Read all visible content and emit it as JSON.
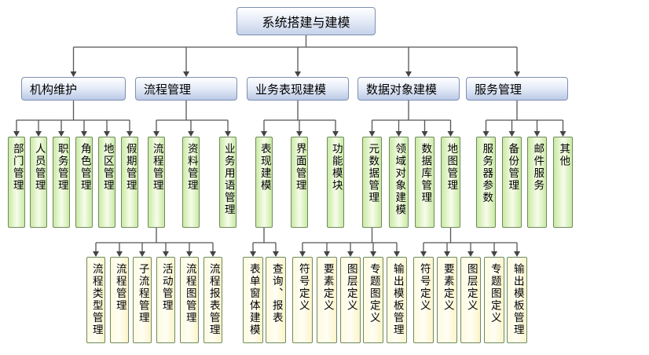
{
  "root": "系统搭建与建模",
  "groups": [
    {
      "label": "机构维护",
      "children": [
        "部门管理",
        "人员管理",
        "职务管理",
        "角色管理",
        "地区管理",
        "假期管理"
      ]
    },
    {
      "label": "流程管理",
      "children": [
        "流程管理",
        "资料管理",
        "业务用语管理"
      ],
      "sub_of": "流程管理",
      "sub": [
        "流程类型管理",
        "流程管理",
        "子流程管理",
        "活动管理",
        "流程图管理",
        "流程报表管理"
      ]
    },
    {
      "label": "业务表现建模",
      "children": [
        "表现建模",
        "界面管理",
        "功能模块"
      ],
      "sub_of": "表现建模",
      "sub": [
        "表单窗体建模",
        "查询、报表"
      ]
    },
    {
      "label": "数据对象建模",
      "children": [
        "元数据管理",
        "领域对象建模",
        "数据库管理",
        "地图管理"
      ],
      "sub_of_list": [
        {
          "parent": "元数据管理",
          "sub": [
            "符号定义",
            "要素定义",
            "图层定义",
            "专题图定义",
            "输出模板管理"
          ]
        },
        {
          "parent": "地图管理",
          "sub": [
            "符号定义",
            "要素定义",
            "图层定义",
            "专题图定义",
            "输出模板管理"
          ]
        }
      ]
    },
    {
      "label": "服务管理",
      "children": [
        "服务器参数",
        "备份管理",
        "邮件服务",
        "其他"
      ]
    }
  ],
  "colors": {
    "level2_fill": "#c9eaa3",
    "level3_fill": "#fefbe0",
    "header_fill": "#c5d2ea",
    "connector": "#555555"
  }
}
